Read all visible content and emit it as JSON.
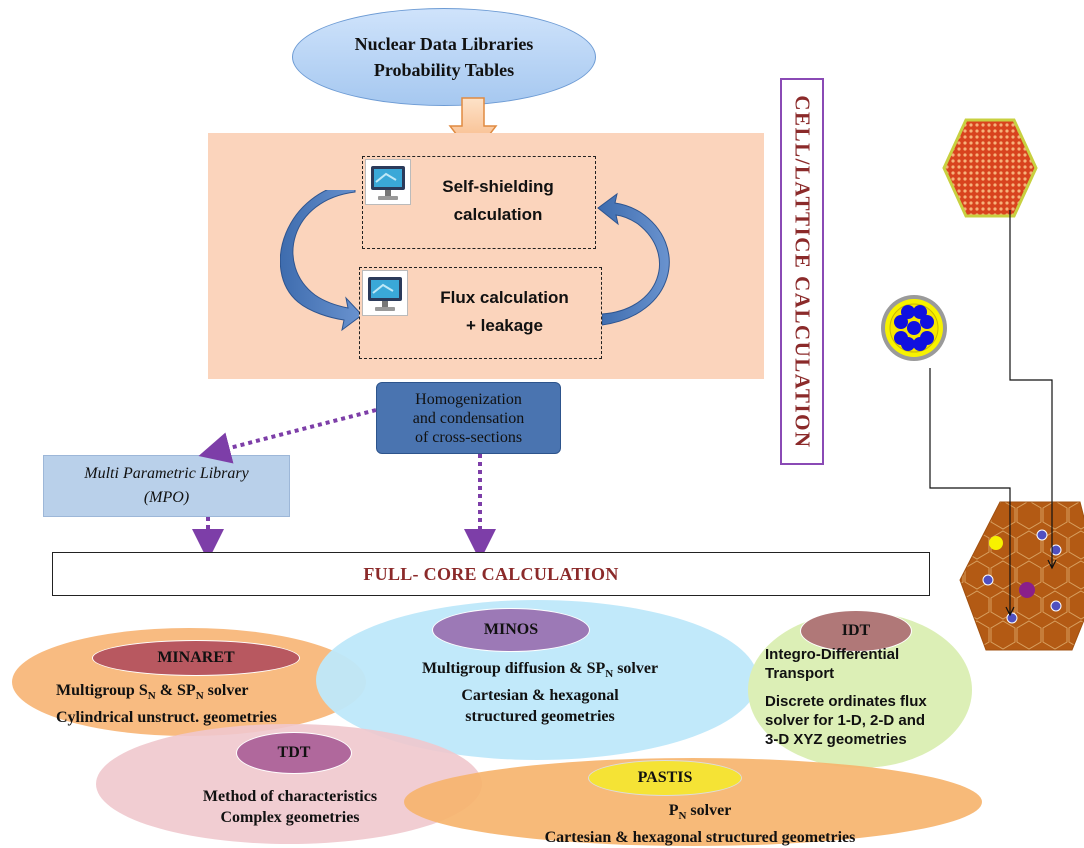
{
  "top_source": {
    "line1": "Nuclear Data Libraries",
    "line2": "Probability Tables"
  },
  "cell_lattice": {
    "vertical_label": "CELL/LATTICE  CALCULATION",
    "self_shielding": {
      "line1": "Self-shielding",
      "line2": "calculation"
    },
    "flux": {
      "line1": "Flux calculation",
      "line2": "+ leakage"
    },
    "icon": "computer-monitor-icon"
  },
  "homogenization": {
    "line1": "Homogenization",
    "line2": "and condensation",
    "line3": "of cross-sections"
  },
  "mpo": {
    "line1": "Multi Parametric Library",
    "line2": "(MPO)"
  },
  "full_core": {
    "label": "FULL- CORE CALCULATION"
  },
  "solvers": {
    "minaret": {
      "name": "MINARET",
      "line1_pre": "Multigroup S",
      "line1_sub1": "N",
      "line1_mid": " & SP",
      "line1_sub2": "N",
      "line1_post": " solver",
      "line2": "Cylindrical unstruct. geometries"
    },
    "minos": {
      "name": "MINOS",
      "line1_pre": "Multigroup diffusion & SP",
      "line1_sub": "N",
      "line1_post": " solver",
      "line2": "Cartesian & hexagonal",
      "line3": "structured geometries"
    },
    "idt": {
      "name": "IDT",
      "line1": "Integro-Differential",
      "line2": "Transport",
      "line3": "Discrete ordinates flux",
      "line4": "solver for 1-D, 2-D and",
      "line5": "3-D XYZ geometries"
    },
    "tdt": {
      "name": "TDT",
      "line1": "Method of  characteristics",
      "line2": "Complex geometries"
    },
    "pastis": {
      "name": "PASTIS",
      "line1_pre": "P",
      "line1_sub": "N",
      "line1_post": " solver",
      "line2": "Cartesian & hexagonal structured geometries"
    }
  },
  "colors": {
    "panel": "#fbd4bc",
    "homog": "#4a74b0",
    "mpo": "#b9d0ea",
    "arrow_dotted": "#7d3ea8",
    "minaret": "#f7b473",
    "minos": "#bee8fa",
    "idt": "#dcefb6",
    "tdt": "#f0c8cd",
    "pastis": "#f6b46e"
  }
}
